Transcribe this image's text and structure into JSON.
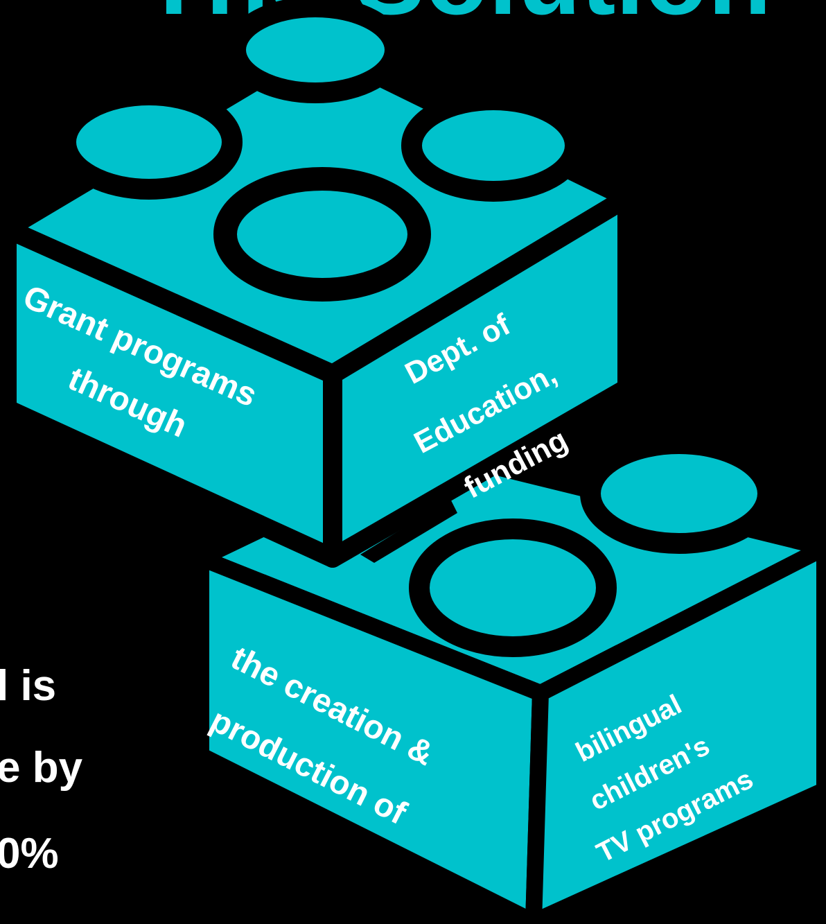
{
  "colors": {
    "background": "#000000",
    "brick": "#00C2CC",
    "outline": "#000000",
    "text": "#ffffff"
  },
  "header": {
    "title_fragment": "The Solution"
  },
  "left_text": {
    "line1": "l is",
    "line2": "e by",
    "line3": "0%"
  },
  "top_brick": {
    "left_face": {
      "line1": "Grant programs",
      "line2": "through"
    },
    "right_face": {
      "line1": "Dept. of",
      "line2": "Education,",
      "line3": "funding"
    }
  },
  "bottom_brick": {
    "left_face": {
      "line1": "the creation &",
      "line2": "production of"
    },
    "right_face": {
      "line1": "bilingual",
      "line2": "children's",
      "line3": "TV programs"
    }
  }
}
